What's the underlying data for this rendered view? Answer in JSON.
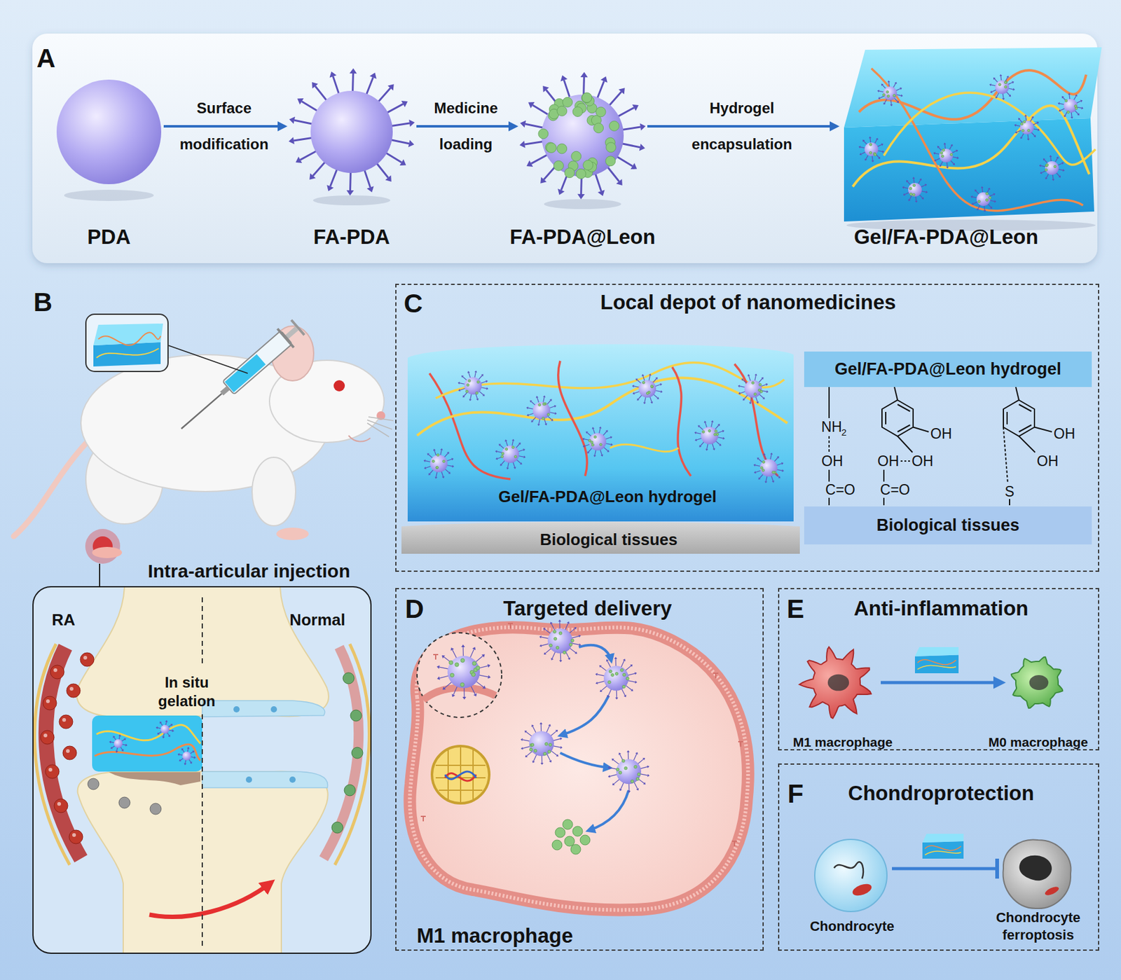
{
  "diagram": {
    "nodes": [
      {
        "text": [
          "A"
        ]
      },
      {
        "text": [
          "PDA"
        ],
        "in": 0
      },
      {
        "text": [
          "FA-PDA"
        ],
        "in": 0
      },
      {
        "text": [
          "FA-PDA@Leon"
        ],
        "in": 0
      },
      {
        "text": [
          "Gel/FA-PDA@Leon"
        ],
        "in": 0
      },
      {
        "text": [
          "RA",
          "Normal",
          "In situ gelation"
        ]
      },
      {
        "text": [
          "C",
          "Local depot of nanomedicines"
        ]
      },
      {
        "text": [
          "Gel/FA-PDA@Leon hydrogel"
        ],
        "in": 6
      },
      {
        "text": [
          "Biological tissues"
        ],
        "in": 6
      },
      {
        "text": [
          "Gel/FA-PDA@Leon hydrogel"
        ],
        "in": 6
      },
      {
        "text": [
          "Biological tissues"
        ],
        "in": 6
      },
      {
        "text": [
          "D",
          "Targeted delivery",
          "M1 macrophage"
        ]
      },
      {
        "text": [
          "E",
          "Anti-inflammation"
        ]
      },
      {
        "text": [
          "M1 macrophage"
        ],
        "in": 12
      },
      {
        "text": [
          "M0 macrophage"
        ],
        "in": 12
      },
      {
        "text": [
          "F",
          "Chondroprotection"
        ]
      },
      {
        "text": [
          "Chondrocyte"
        ],
        "in": 15
      },
      {
        "text": [
          "Chondrocyte ferroptosis"
        ],
        "in": 15
      }
    ],
    "edges": [
      {
        "from": 1,
        "to": 2,
        "label": "Surface modification",
        "arrow": "to"
      },
      {
        "from": 2,
        "to": 3,
        "label": "Medicine loading",
        "arrow": "to"
      },
      {
        "from": 3,
        "to": 4,
        "label": "Hydrogel encapsulation",
        "arrow": "to"
      },
      {
        "from": 13,
        "to": 14,
        "arrow": "to"
      },
      {
        "from": 16,
        "to": 17,
        "arrow": "to"
      }
    ],
    "labels": [
      "B",
      "Intra-articular injection",
      "NH",
      "2",
      "OH",
      "C=O",
      "OH",
      "OH",
      "OH",
      "C=O",
      "OH",
      "OH",
      "S"
    ]
  }
}
